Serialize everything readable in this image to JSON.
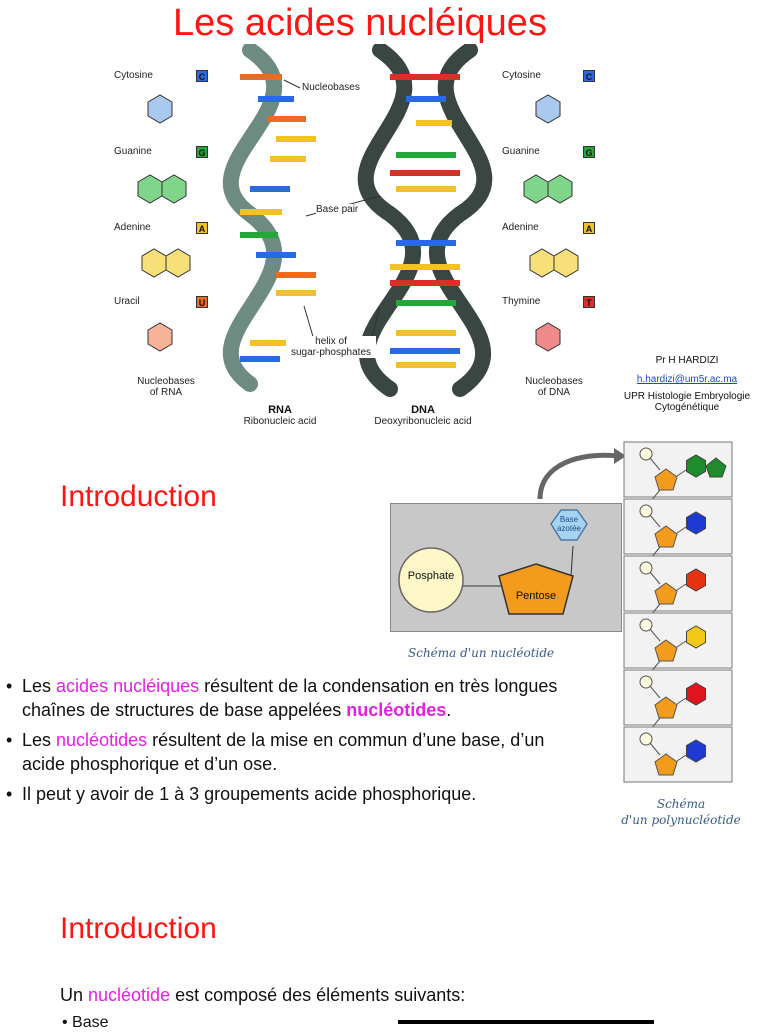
{
  "title": "Les acides nucléiques",
  "figure": {
    "left_col": {
      "items": [
        {
          "name": "Cytosine",
          "letter": "C",
          "color": "#2a6ae0"
        },
        {
          "name": "Guanine",
          "letter": "G",
          "color": "#23a63a"
        },
        {
          "name": "Adenine",
          "letter": "A",
          "color": "#f2c12a"
        },
        {
          "name": "Uracil",
          "letter": "U",
          "color": "#ec6b1e"
        }
      ],
      "caption_line1": "Nucleobases",
      "caption_line2": "of RNA"
    },
    "right_col": {
      "items": [
        {
          "name": "Cytosine",
          "letter": "C",
          "color": "#2a6ae0"
        },
        {
          "name": "Guanine",
          "letter": "G",
          "color": "#23a63a"
        },
        {
          "name": "Adenine",
          "letter": "A",
          "color": "#f2c12a"
        },
        {
          "name": "Thymine",
          "letter": "T",
          "color": "#d9302a"
        }
      ],
      "caption_line1": "Nucleobases",
      "caption_line2": "of DNA"
    },
    "labels": {
      "nucleobases": "Nucleobases",
      "base_pair": "Base pair",
      "helix_line1": "helix of",
      "helix_line2": "sugar-phosphates",
      "rna": "RNA",
      "rna_full": "Ribonucleic acid",
      "dna": "DNA",
      "dna_full": "Deoxyribonucleic acid"
    }
  },
  "credit": {
    "name": "Pr H HARDIZI",
    "email": "h.hardizi@um5r.ac.ma",
    "unit_line1": "UPR Histologie Embryologie",
    "unit_line2": "Cytogénétique"
  },
  "section1": {
    "heading": "Introduction",
    "diagram": {
      "phosphate": "Posphate",
      "pentose": "Pentose",
      "base_line1": "Base",
      "base_line2": "azotée",
      "caption": "Schéma d'un nucléotide"
    },
    "poly_caption_line1": "Schéma",
    "poly_caption_line2": "d'un polynucléotide",
    "poly_colors": [
      "#1e8c2a",
      "#1f3ad1",
      "#e53312",
      "#f2c818",
      "#e0141c",
      "#1f3ad1"
    ],
    "bullets": {
      "b1_pre": "Les ",
      "b1_term": "acides nucléiques",
      "b1_mid": " résultent de la condensation en très longues chaînes de structures de base appelées ",
      "b1_term2": "nucléotides",
      "b1_end": ".",
      "b2_pre": "Les ",
      "b2_term": "nucléotides",
      "b2_mid": " résultent de la mise en commun d’une base, d’un acide phosphorique et d’un ose.",
      "b3": "Il peut  y avoir de 1 à 3 groupements acide phosphorique."
    }
  },
  "section2": {
    "heading": "Introduction",
    "intro_pre": "Un ",
    "intro_term": "nucléotide",
    "intro_post": " est composé des éléments suivants:",
    "cut_item": "• Base"
  },
  "colors": {
    "red_title": "#ff1414",
    "magenta": "#e61ee6",
    "helix_rna": "#6d8b80",
    "helix_dna": "#3a4641"
  }
}
